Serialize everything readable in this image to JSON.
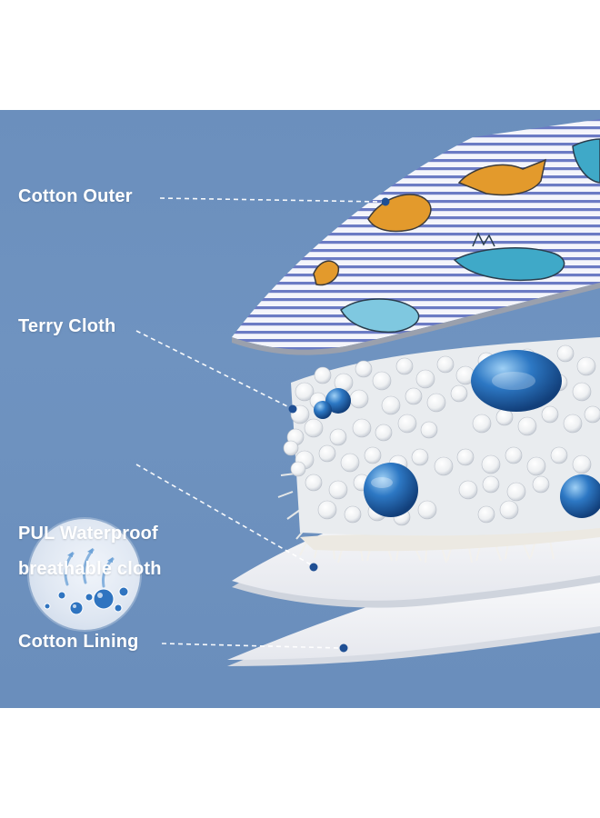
{
  "layers": [
    {
      "id": "cotton-outer",
      "label": "Cotton Outer"
    },
    {
      "id": "terry-cloth",
      "label": "Terry Cloth"
    },
    {
      "id": "pul-waterproof",
      "label_line1": "PUL Waterproof",
      "label_line2": "breathable cloth"
    },
    {
      "id": "cotton-lining",
      "label": "Cotton Lining"
    }
  ],
  "colors": {
    "background": "#6f93c0",
    "label_text": "#ffffff",
    "stripe_blue": "#6b7bc4",
    "dino_orange": "#e39a2c",
    "dino_teal": "#3fa9c8",
    "droplet_blue": "#2c6fb8"
  },
  "icons": [
    "water-droplets-icon",
    "pointer-dot-icon"
  ]
}
